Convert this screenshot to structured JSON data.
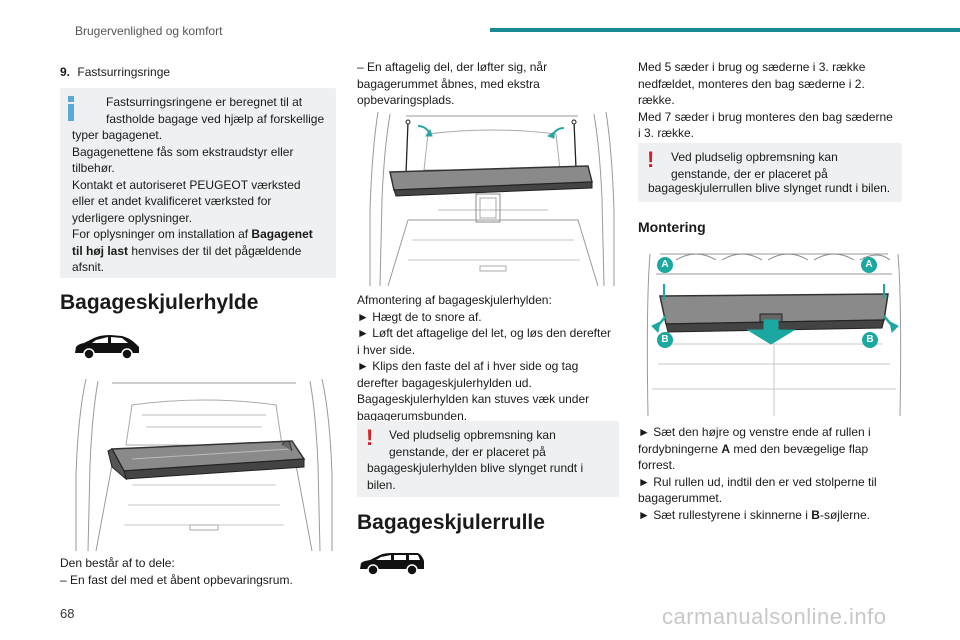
{
  "header": {
    "section_title": "Brugervenlighed og komfort"
  },
  "page_number": "68",
  "watermark": "carmanualsonline.info",
  "col1": {
    "item_number": "9.",
    "item_title": "Fastsurringsringe",
    "info_box": {
      "line1": "Fastsurringsringene er beregnet til at",
      "line2": "fastholde bagage ved hjælp af forskellige",
      "line3": "typer bagagenet.",
      "line4": "Bagagenettene fås som ekstraudstyr eller",
      "line5": "tilbehør.",
      "line6": "Kontakt et autoriseret PEUGEOT værksted",
      "line7": "eller et andet kvalificeret værksted for",
      "line8": "yderligere oplysninger.",
      "line9_prefix": "For oplysninger om installation af ",
      "line9_bold": "Bagagenet",
      "line10_bold": "til høj last",
      "line10_suffix": " henvises der til det pågældende",
      "line11": "afsnit."
    },
    "heading": "Bagageskjulerhylde",
    "after1": "Den består af to dele:",
    "after2": "– En fast del med et åbent opbevaringsrum."
  },
  "col2": {
    "intro1": "– En aftagelig del, der løfter sig, når",
    "intro2": "bagagerummet åbnes, med ekstra",
    "intro3": "opbevaringsplads.",
    "removal_title": "Afmontering af bagageskjulerhylden:",
    "step1": "► Hægt de to snore af.",
    "step2": "► Løft det aftagelige del let, og løs den derefter",
    "step2b": "i hver side.",
    "step3": "► Klips den faste del af i hver side og tag",
    "step3b": "derefter bagageskjulerhylden ud.",
    "note1": "Bagageskjulerhylden kan stuves væk under",
    "note2": "bagagerumsbunden.",
    "warn_box": {
      "line1": "Ved pludselig opbremsning kan",
      "line2": "genstande, der er placeret på",
      "line3": "bagageskjulerhylden blive slynget rundt i",
      "line4": "bilen."
    },
    "heading": "Bagageskjulerrulle"
  },
  "col3": {
    "p1": "Med 5 sæder i brug og sæderne i 3. række",
    "p2": "nedfældet, monteres den bag sæderne i 2.",
    "p3": "række.",
    "p4": "Med 7 sæder i brug monteres den bag sæderne",
    "p5": "i 3. række.",
    "warn_box": {
      "line1": "Ved pludselig opbremsning kan",
      "line2": "genstande, der er placeret på",
      "line3": "bagageskjulerrullen blive slynget rundt i bilen."
    },
    "heading": "Montering",
    "label_a": "A",
    "label_b": "B",
    "s1a": "► Sæt den højre og venstre ende af rullen i",
    "s1b_prefix": "fordybningerne ",
    "s1b_bold": "A",
    "s1b_suffix": " med den bevægelige flap",
    "s1c": "forrest.",
    "s2a": "► Rul rullen ud, indtil den er ved stolperne til",
    "s2b": "bagagerummet.",
    "s3_prefix": "► Sæt rullestyrene i skinnerne i ",
    "s3_bold": "B",
    "s3_suffix": "-søjlerne."
  },
  "colors": {
    "accent_teal": "#1a8a94",
    "info_blue": "#5aa9d6",
    "warn_red": "#d32027",
    "box_grey": "#eef0f1",
    "label_green": "#1aa8a0"
  }
}
